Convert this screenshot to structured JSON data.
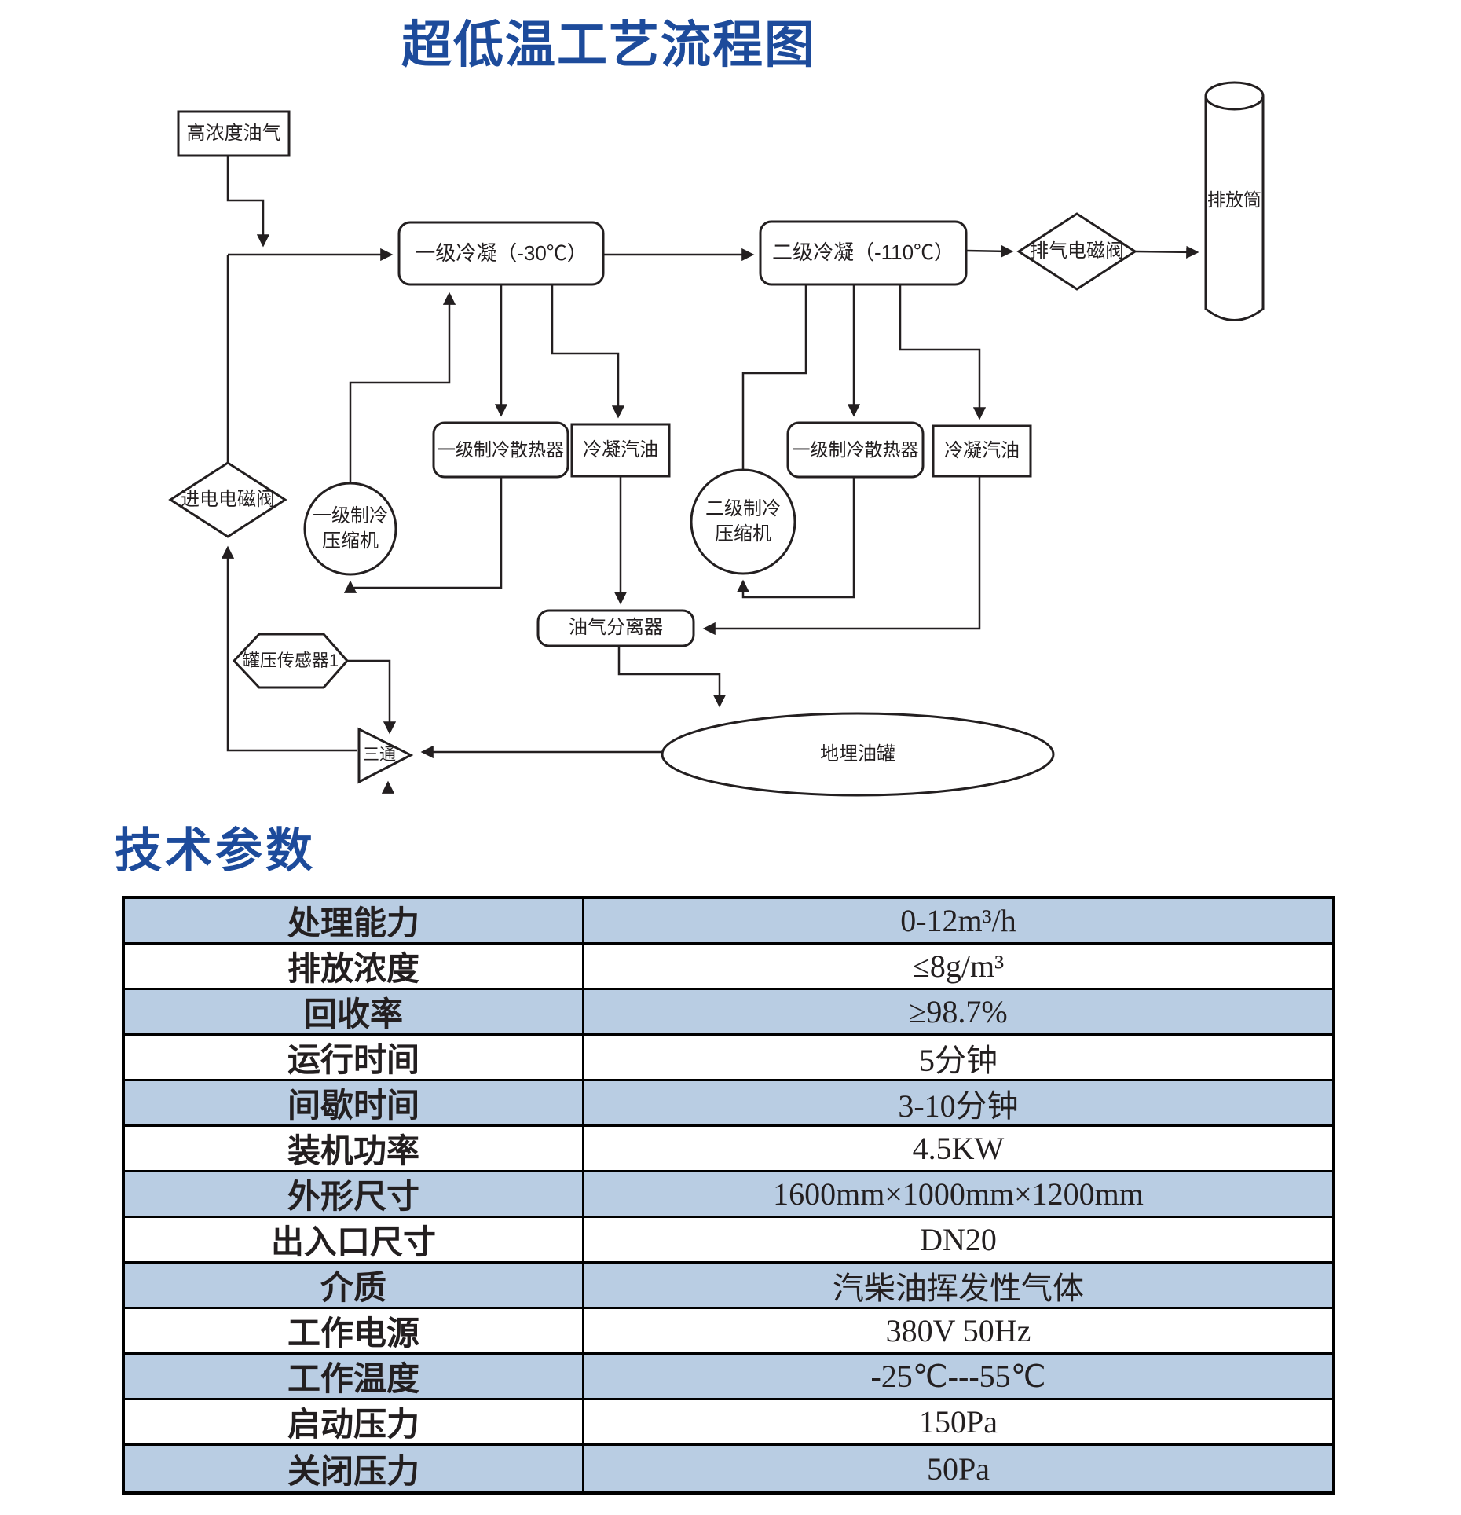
{
  "title": "超低温工艺流程图",
  "section_title": "技术参数",
  "colors": {
    "accent_blue": "#1d4b9b",
    "table_row_blue": "#b9cde3",
    "diagram_line": "#231f20"
  },
  "diagram": {
    "nodes": {
      "source": "高浓度油气",
      "condenser1": "一级冷凝（-30℃）",
      "condenser2": "二级冷凝（-110℃）",
      "exhaust_valve": "排气电磁阀",
      "stack": "排放筒",
      "radiator1": "一级制冷散热器",
      "gasoline1": "冷凝汽油",
      "compressor1": {
        "line1": "一级制冷",
        "line2": "压缩机"
      },
      "compressor2": {
        "line1": "二级制冷",
        "line2": "压缩机"
      },
      "radiator2": "一级制冷散热器",
      "gasoline2": "冷凝汽油",
      "inlet_valve": "进电电磁阀",
      "tank_sensor": "罐压传感器1",
      "tee": "三通",
      "separator": "油气分离器",
      "buried_tank": "地埋油罐"
    }
  },
  "table": {
    "rows": [
      {
        "label": "处理能力",
        "value": "0-12m³/h"
      },
      {
        "label": "排放浓度",
        "value": "≤8g/m³"
      },
      {
        "label": "回收率",
        "value": "≥98.7%"
      },
      {
        "label": "运行时间",
        "value": "5分钟"
      },
      {
        "label": "间歇时间",
        "value": "3-10分钟"
      },
      {
        "label": "装机功率",
        "value": "4.5KW"
      },
      {
        "label": "外形尺寸",
        "value": "1600mm×1000mm×1200mm"
      },
      {
        "label": "出入口尺寸",
        "value": "DN20"
      },
      {
        "label": "介质",
        "value": "汽柴油挥发性气体"
      },
      {
        "label": "工作电源",
        "value": "380V 50Hz"
      },
      {
        "label": "工作温度",
        "value": "-25℃---55℃"
      },
      {
        "label": "启动压力",
        "value": "150Pa"
      },
      {
        "label": "关闭压力",
        "value": "50Pa"
      }
    ]
  }
}
